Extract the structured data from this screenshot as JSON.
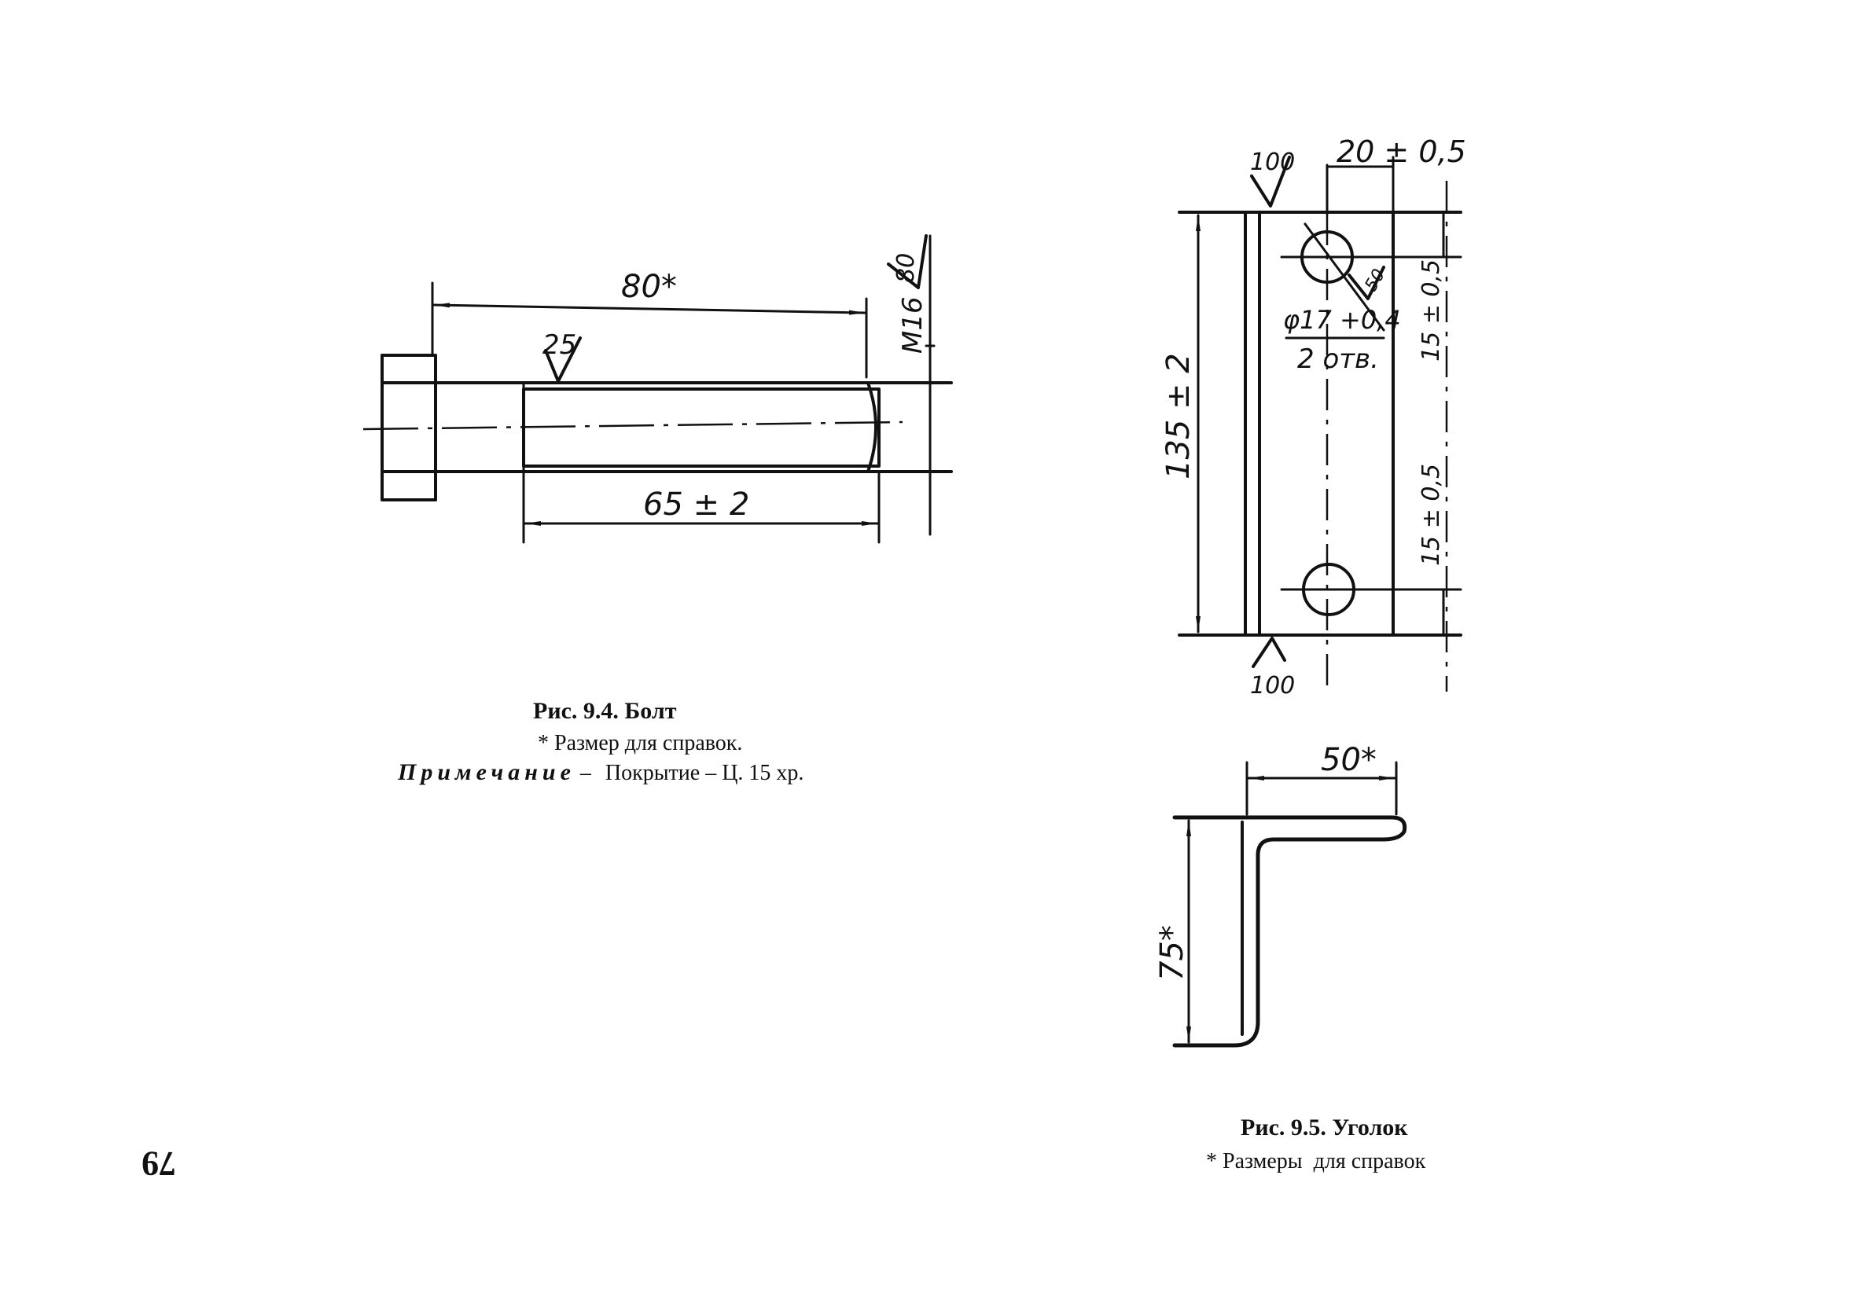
{
  "fig_bolt": {
    "caption_title": "Рис. 9.4. Болт",
    "caption_ref": "* Размер для справок.",
    "note_label": "Примечание",
    "note_dash": "–",
    "note_text": "Покрытие – Ц. 15 хр.",
    "dims": {
      "overall_length": "80*",
      "thread_length": "65 ± 2",
      "thread_size": "M16",
      "thread_roughness": "80",
      "shank_roughness": "25"
    }
  },
  "fig_plate": {
    "dims": {
      "height": "135 ± 2",
      "hole_offset": "20 ± 0,5",
      "edge_top": "15 ± 0,5",
      "edge_bottom": "15 ± 0,5",
      "hole_dia": "φ17 +0,4",
      "hole_count": "2 отв.",
      "roughness_top": "100",
      "roughness_bottom": "100",
      "hole_roughness": "50"
    }
  },
  "fig_angle": {
    "caption_title": "Рис. 9.5. Уголок",
    "caption_ref": "* Размеры  для справок",
    "dims": {
      "width": "50*",
      "height": "75*"
    }
  },
  "page_number": "79"
}
